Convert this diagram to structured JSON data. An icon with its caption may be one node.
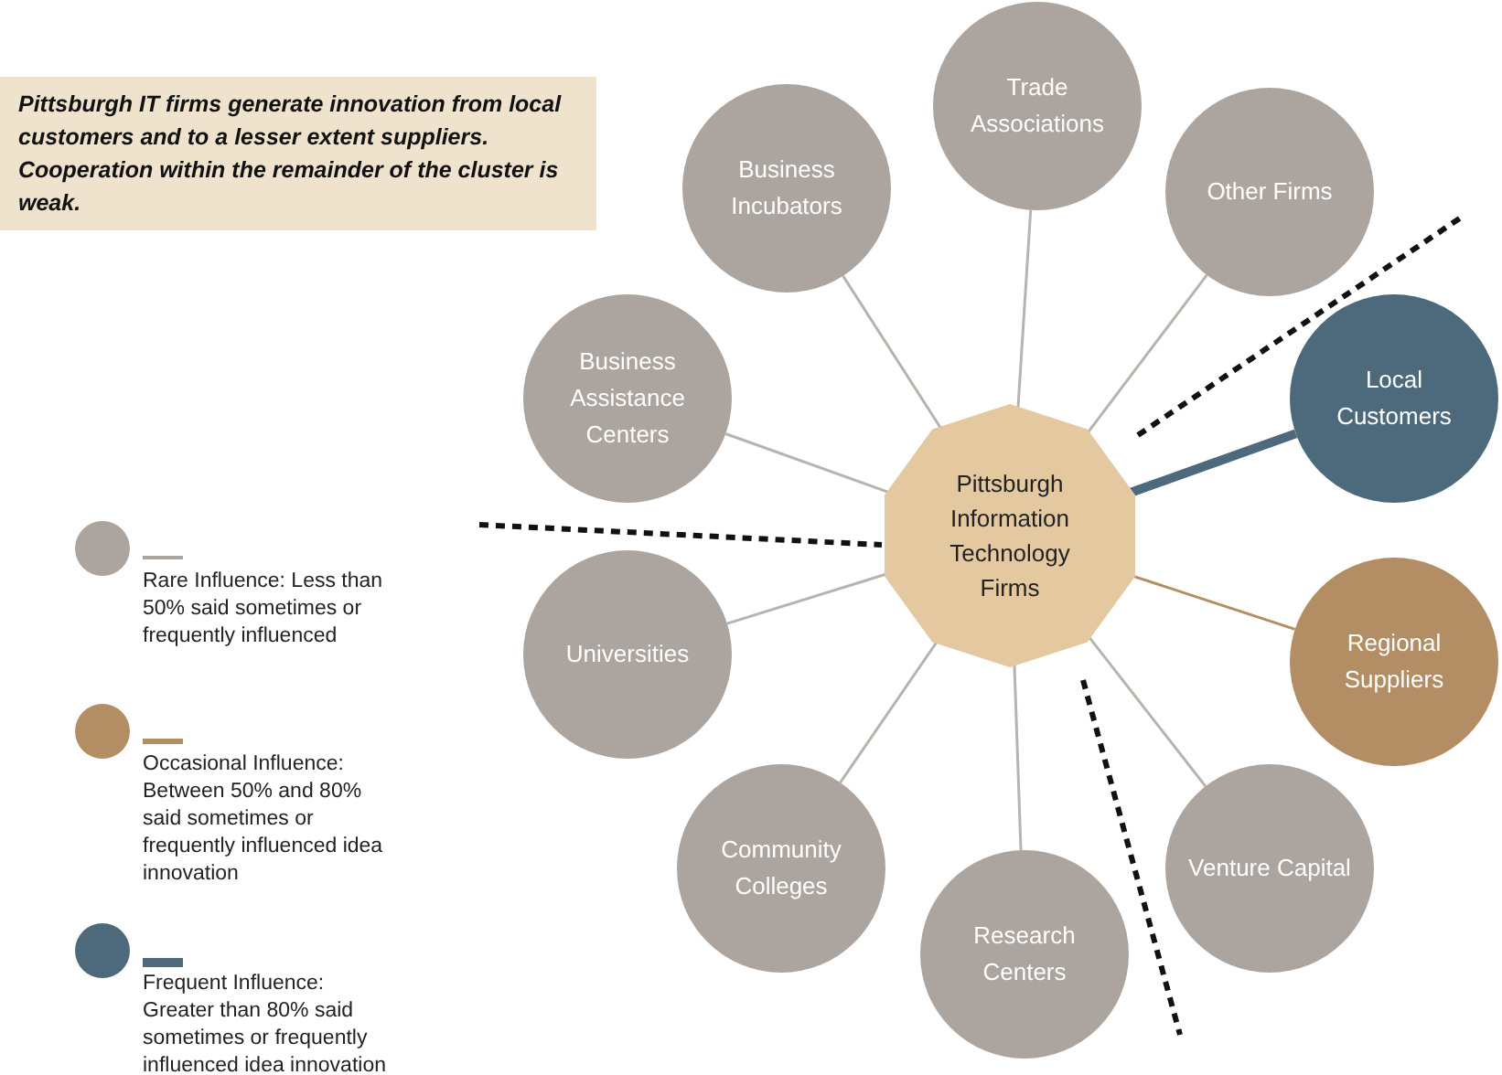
{
  "diagram": {
    "nodes": [
      {
        "text": [
          "Pittsburgh Information Technology Firms"
        ]
      },
      {
        "text": [
          "Trade Associations"
        ]
      },
      {
        "text": [
          "Other Firms"
        ]
      },
      {
        "text": [
          "Local Customers"
        ]
      },
      {
        "text": [
          "Regional Suppliers"
        ]
      },
      {
        "text": [
          "Venture Capital"
        ]
      },
      {
        "text": [
          "Research Centers"
        ]
      },
      {
        "text": [
          "Community Colleges"
        ]
      },
      {
        "text": [
          "Universities"
        ]
      },
      {
        "text": [
          "Business Assistance Centers"
        ]
      },
      {
        "text": [
          "Business Incubators"
        ]
      }
    ],
    "edges": [
      {
        "from": 0,
        "to": 1,
        "arrow": "none"
      },
      {
        "from": 0,
        "to": 2,
        "arrow": "none"
      },
      {
        "from": 0,
        "to": 3,
        "arrow": "none",
        "style": "thick",
        "color": "#4d6a7d"
      },
      {
        "from": 0,
        "to": 4,
        "arrow": "none",
        "color": "#b38d63"
      },
      {
        "from": 0,
        "to": 5,
        "arrow": "none"
      },
      {
        "from": 0,
        "to": 6,
        "arrow": "none"
      },
      {
        "from": 0,
        "to": 7,
        "arrow": "none"
      },
      {
        "from": 0,
        "to": 8,
        "arrow": "none"
      },
      {
        "from": 0,
        "to": 9,
        "arrow": "none"
      },
      {
        "from": 0,
        "to": 10,
        "arrow": "none"
      }
    ],
    "labels": [
      "Pittsburgh IT firms generate innovation from local customers and to a lesser extent suppliers. Cooperation within the remainder of the cluster is weak."
    ],
    "legend": [
      {
        "text": "Rare Influence: Less than 50% said sometimes or frequently influenced",
        "color": "#aba49f"
      },
      {
        "text": "Occasional Influence: Between 50% and 80% said sometimes or frequently influenced idea innovation",
        "color": "#b38d63"
      },
      {
        "text": "Frequent Influence: Greater than 80% said sometimes or frequently influenced idea innovation",
        "color": "#4d6a7d"
      }
    ]
  }
}
